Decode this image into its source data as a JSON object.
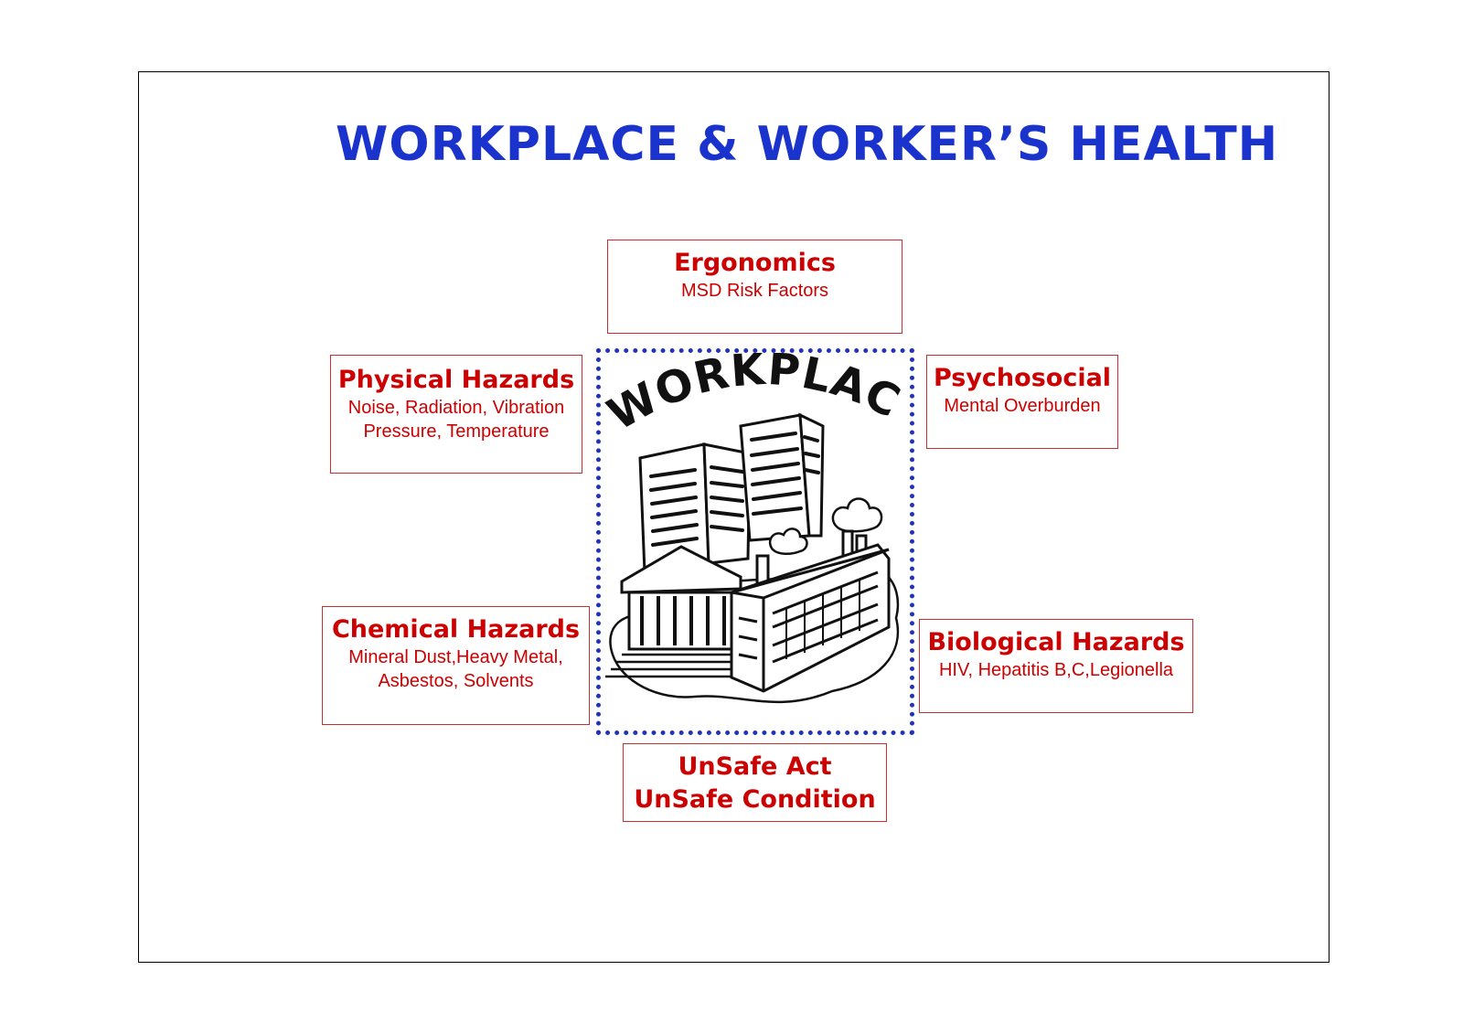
{
  "title": "WORKPLACE & WORKER’S HEALTH",
  "center": {
    "label": "WORKPLACE"
  },
  "boxes": {
    "ergonomics": {
      "title": "Ergonomics",
      "lines": [
        "MSD Risk Factors"
      ]
    },
    "physical": {
      "title": "Physical Hazards",
      "lines": [
        "Noise, Radiation, Vibration",
        "Pressure, Temperature"
      ]
    },
    "psychosocial": {
      "title": "Psychosocial",
      "lines": [
        "Mental Overburden"
      ]
    },
    "chemical": {
      "title": "Chemical Hazards",
      "lines": [
        "Mineral Dust,Heavy Metal,",
        "Asbestos, Solvents"
      ]
    },
    "biological": {
      "title": "Biological Hazards",
      "lines": [
        "HIV, Hepatitis B,C,Legionella"
      ]
    },
    "unsafe": {
      "lines": [
        "UnSafe Act",
        "UnSafe Condition"
      ]
    }
  },
  "colors": {
    "title": "#1a33cc",
    "box_text": "#cc0000",
    "box_border": "#c62f2f",
    "frame_dots": "#2233bb"
  }
}
